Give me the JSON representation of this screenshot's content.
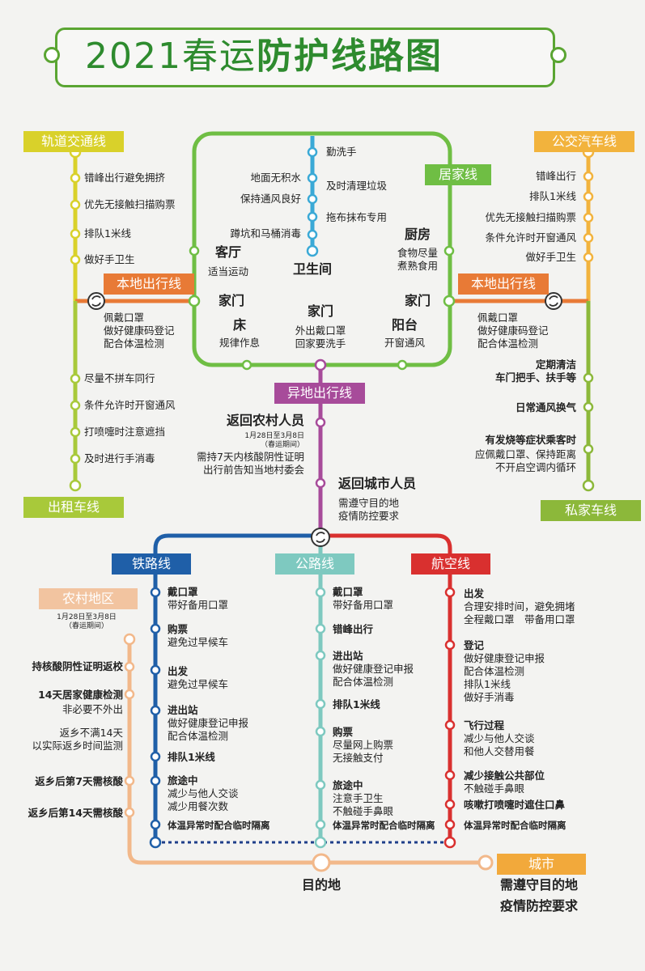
{
  "title": {
    "prefix": "2021春运",
    "main": "防护线路图"
  },
  "rail_transit": {
    "label": "轨道交通线",
    "items": [
      "错峰出行避免拥挤",
      "优先无接触扫描购票",
      "排队1米线",
      "做好手卫生"
    ]
  },
  "bus": {
    "label": "公交汽车线",
    "items": [
      "错峰出行",
      "排队1米线",
      "优先无接触扫描购票",
      "条件允许时开窗通风",
      "做好手卫生"
    ]
  },
  "home": {
    "label": "居家线",
    "bathroom": {
      "items": [
        "勤洗手",
        "地面无积水",
        "及时清理垃圾",
        "保持通风良好",
        "拖布抹布专用",
        "蹲坑和马桶消毒"
      ],
      "name": "卫生间"
    },
    "living": {
      "name": "客厅",
      "desc": "适当运动"
    },
    "kitchen": {
      "name": "厨房",
      "desc1": "食物尽量",
      "desc2": "煮熟食用"
    },
    "bed": {
      "door": "家门",
      "name": "床",
      "desc": "规律作息"
    },
    "door": {
      "name": "家门",
      "desc1": "外出戴口罩",
      "desc2": "回家要洗手"
    },
    "balcony": {
      "door": "家门",
      "name": "阳台",
      "desc": "开窗通风"
    }
  },
  "local_left": {
    "label": "本地出行线",
    "lines": [
      "佩戴口罩",
      "做好健康码登记",
      "配合体温检测"
    ]
  },
  "local_right": {
    "label": "本地出行线",
    "lines": [
      "佩戴口罩",
      "做好健康码登记",
      "配合体温检测"
    ]
  },
  "taxi": {
    "label": "出租车线",
    "items": [
      "尽量不拼车同行",
      "条件允许时开窗通风",
      "打喷嚏时注意遮挡",
      "及时进行手消毒"
    ]
  },
  "private_car": {
    "label": "私家车线",
    "items": [
      {
        "title": "定期清洁",
        "sub": "车门把手、扶手等"
      },
      {
        "title": "日常通风换气"
      },
      {
        "title": "有发烧等症状乘客时",
        "sub1": "应佩戴口罩、保持距离",
        "sub2": "不开启空调内循环"
      }
    ]
  },
  "remote": {
    "label": "异地出行线",
    "rural": {
      "title": "返回农村人员",
      "period1": "1月28日至3月8日",
      "period2": "（春运期间）",
      "line1": "需持7天内核酸阴性证明",
      "line2": "出行前告知当地村委会"
    },
    "urban": {
      "title": "返回城市人员",
      "line1": "需遵守目的地",
      "line2": "疫情防控要求"
    }
  },
  "railway": {
    "label": "铁路线",
    "items": [
      {
        "title": "戴口罩",
        "sub": "带好备用口罩"
      },
      {
        "title": "购票",
        "sub": "避免过早候车"
      },
      {
        "title": "出发",
        "sub": "避免过早候车"
      },
      {
        "title": "进出站",
        "sub": "做好健康登记申报",
        "sub2": "配合体温检测"
      },
      {
        "title": "排队1米线"
      },
      {
        "title": "旅途中",
        "sub": "减少与他人交谈",
        "sub2": "减少用餐次数"
      },
      {
        "title": "体温异常时配合临时隔离"
      }
    ]
  },
  "highway": {
    "label": "公路线",
    "items": [
      {
        "title": "戴口罩",
        "sub": "带好备用口罩"
      },
      {
        "title": "错峰出行"
      },
      {
        "title": "进出站",
        "sub": "做好健康登记申报",
        "sub2": "配合体温检测"
      },
      {
        "title": "排队1米线"
      },
      {
        "title": "购票",
        "sub": "尽量网上购票",
        "sub2": "无接触支付"
      },
      {
        "title": "旅途中",
        "sub": "注意手卫生",
        "sub2": "不触碰手鼻眼"
      },
      {
        "title": "体温异常时配合临时隔离"
      }
    ]
  },
  "air": {
    "label": "航空线",
    "items": [
      {
        "title": "出发",
        "sub": "合理安排时间，避免拥堵",
        "sub2": "全程戴口罩　带备用口罩"
      },
      {
        "title": "登记",
        "sub": "做好健康登记申报",
        "sub2": "配合体温检测",
        "sub3": "排队1米线",
        "sub4": "做好手消毒"
      },
      {
        "title": "飞行过程",
        "sub": "减少与他人交谈",
        "sub2": "和他人交替用餐"
      },
      {
        "title": "减少接触公共部位",
        "sub": "不触碰手鼻眼"
      },
      {
        "title": "咳嗽打喷嚏时遮住口鼻"
      },
      {
        "title": "体温异常时配合临时隔离"
      }
    ]
  },
  "rural_area": {
    "label": "农村地区",
    "period1": "1月28日至3月8日",
    "period2": "（春运期间）",
    "items": [
      {
        "title": "持核酸阴性证明返校"
      },
      {
        "title": "14天居家健康检测",
        "sub": "非必要不外出"
      },
      {
        "title": "返乡不满14天",
        "title2": "以实际返乡时间监测"
      },
      {
        "title": "返乡后第7天需核酸"
      },
      {
        "title": "返乡后第14天需核酸"
      }
    ]
  },
  "destination": {
    "label": "目的地"
  },
  "city": {
    "label": "城市",
    "line1": "需遵守目的地",
    "line2": "疫情防控要求"
  },
  "colors": {
    "rail": "#d9d12a",
    "bus": "#f2b33d",
    "home": "#6fbe44",
    "local": "#e87a36",
    "taxi": "#a8c93a",
    "private": "#8cb83a",
    "remote": "#a74b9a",
    "railway": "#1f5fa8",
    "highway": "#7ec9c0",
    "air": "#d9302f",
    "rural": "#f2b88a",
    "city": "#f2a93b",
    "bath": "#3aa9d6"
  }
}
